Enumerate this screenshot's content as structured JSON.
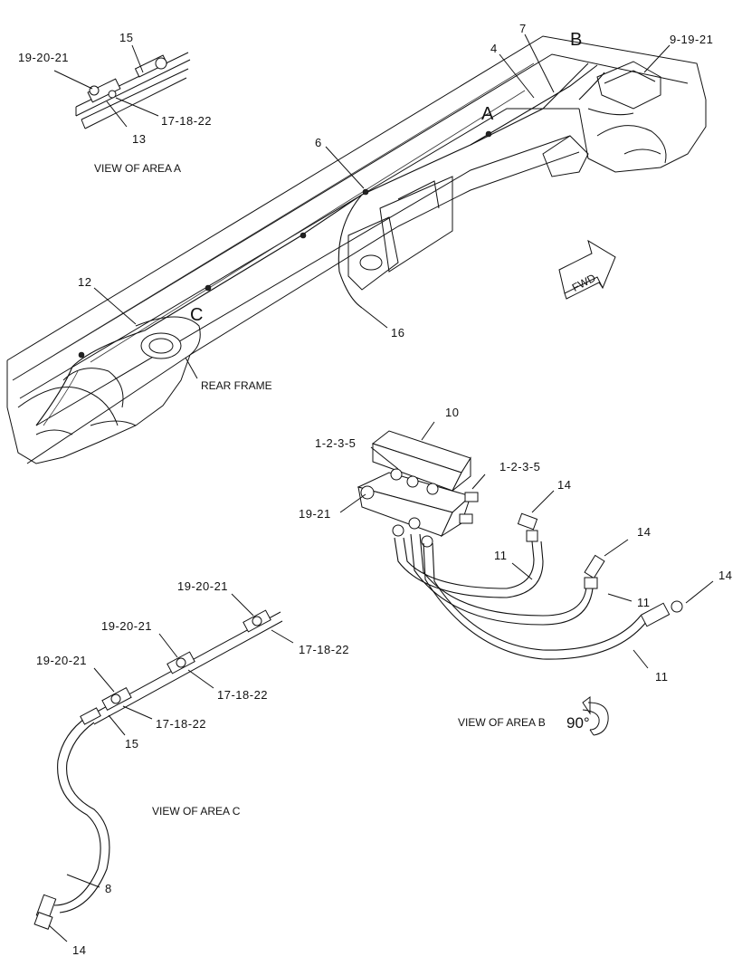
{
  "callouts": {
    "b1": "19-20-21",
    "b2": "15",
    "b3": "17-18-22",
    "b4": "13",
    "b5": "7",
    "b6": "4",
    "b7": "9-19-21",
    "b8": "6",
    "b9": "12",
    "b10": "16",
    "b11": "10",
    "b12": "1-2-3-5",
    "b13": "1-2-3-5",
    "b14": "19-21",
    "b15": "14",
    "b16": "14",
    "b17": "14",
    "b18": "11",
    "b19": "11",
    "b20": "11",
    "c1": "19-20-21",
    "c2": "17-18-22",
    "c3": "19-20-21",
    "c4": "17-18-22",
    "c5": "19-20-21",
    "c6": "17-18-22",
    "c7": "15",
    "c8": "8",
    "c9": "14"
  },
  "area_letters": {
    "a": "A",
    "b": "B",
    "c": "C"
  },
  "captions": {
    "view_a": "VIEW OF AREA A",
    "view_b": "VIEW OF AREA B",
    "view_c": "VIEW OF AREA C",
    "rear_frame": "REAR FRAME",
    "rotation": "90°",
    "fwd": "FWD"
  }
}
